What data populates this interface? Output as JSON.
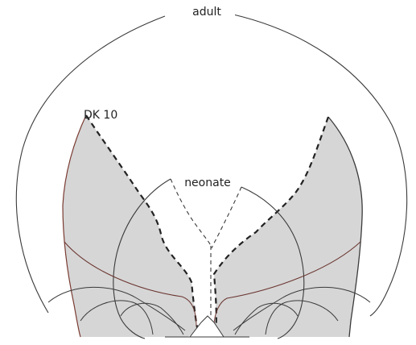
{
  "labels": {
    "adult": "adult",
    "dk10": "DK 10",
    "neonate": "neonate"
  },
  "colors": {
    "background": "#ffffff",
    "line": "#3a3a3a",
    "shading": "#d6d6d6",
    "accent_curve": "#7a3b32"
  }
}
